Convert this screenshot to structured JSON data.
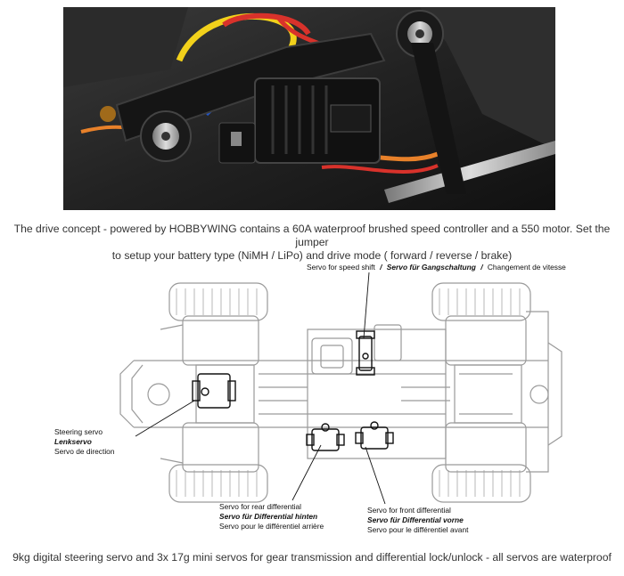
{
  "photo": {
    "subject": "",
    "icon": "esc-photo"
  },
  "caption_top": {
    "line1": "The drive concept - powered by HOBBYWING contains a 60A waterproof brushed speed controller and a 550 motor. Set the jumper",
    "line2": "to setup your battery type (NiMH / LiPo) and drive mode ( forward / reverse / brake)"
  },
  "labels": {
    "shift": {
      "en": "Servo for speed shift",
      "sep1": "/",
      "de": "Servo für Gangschaltung",
      "sep2": "/",
      "fr": "Changement de vitesse"
    },
    "steering": {
      "en": "Steering servo",
      "de": "Lenkservo",
      "fr": "Servo de direction"
    },
    "rear": {
      "en": "Servo for rear differential",
      "de": "Servo für Differential hinten",
      "fr": "Servo pour le différentiel arrière"
    },
    "front": {
      "en": "Servo for front differential",
      "de": "Servo für Differential vorne",
      "fr": "Servo pour le différentiel avant"
    }
  },
  "caption_bottom": "9kg digital steering servo and 3x 17g mini servos for gear transmission and differential lock/unlock - all servos are waterproof",
  "colors": {
    "chassis_line": "#9a9a9a",
    "servo_line": "#111111",
    "photo_bg": "#1c1c1c",
    "wire_yellow": "#f2d11b",
    "wire_red": "#d8322b",
    "wire_blue": "#2456c8",
    "wire_orange": "#e8812a"
  }
}
